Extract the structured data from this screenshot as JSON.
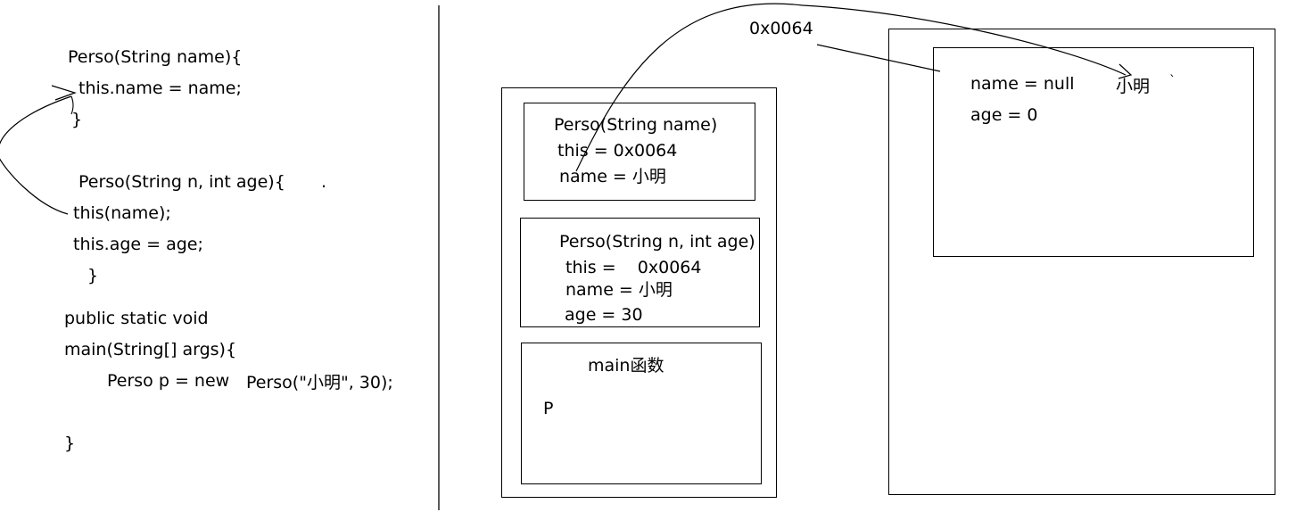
{
  "code": {
    "line1": "Perso(String name){",
    "line2": "this.name = name;",
    "line3": "}",
    "line4": "Perso(String n, int age){",
    "line4_dot": ".",
    "line5": "this(name);",
    "line6": "this.age = age;",
    "line7": "}",
    "line8": "public static void",
    "line9": "main(String[] args){",
    "line10a": "Perso p = new",
    "line10b": "Perso(\"小明\", 30);",
    "line11": "}"
  },
  "stack": {
    "frame1": {
      "title": "Perso(String name)",
      "this_line": "this = 0x0064",
      "name_line": "name = 小明"
    },
    "frame2": {
      "title": "Perso(String n, int age)",
      "this_line": "this =    0x0064",
      "name_line": "name = 小明",
      "age_line": "age = 30"
    },
    "frame3": {
      "title": "main函数",
      "var": "P"
    }
  },
  "heap": {
    "address": "0x0064",
    "name_line": "name = null",
    "assigned": "小明",
    "tick": "`",
    "age_line": "age = 0"
  }
}
